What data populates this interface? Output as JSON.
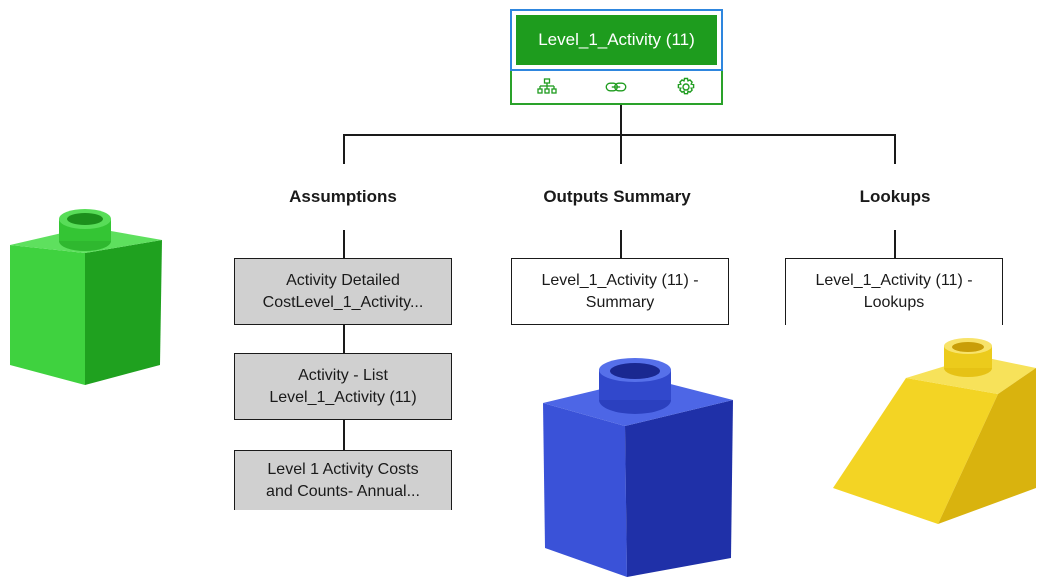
{
  "root": {
    "label": "Level_1_Activity (11)"
  },
  "toolbar_icons": [
    "hierarchy-icon",
    "link-icon",
    "gear-icon"
  ],
  "columns": [
    {
      "heading": "Assumptions",
      "nodes": [
        {
          "line1": "Activity Detailed",
          "line2": "CostLevel_1_Activity..."
        },
        {
          "line1": "Activity - List",
          "line2": "Level_1_Activity (11)"
        },
        {
          "line1": "Level 1 Activity Costs",
          "line2": "and Counts- Annual..."
        }
      ]
    },
    {
      "heading": "Outputs Summary",
      "nodes": [
        {
          "line1": "Level_1_Activity (11) -",
          "line2": "Summary"
        }
      ]
    },
    {
      "heading": "Lookups",
      "nodes": [
        {
          "line1": "Level_1_Activity (11) -",
          "line2": "Lookups"
        }
      ]
    }
  ],
  "decor": {
    "green_brick": "#36c936",
    "blue_brick": "#2f46c8",
    "yellow_brick": "#f0cf1e",
    "root_fill": "#1e9c1e",
    "selection_border": "#2e86de"
  }
}
